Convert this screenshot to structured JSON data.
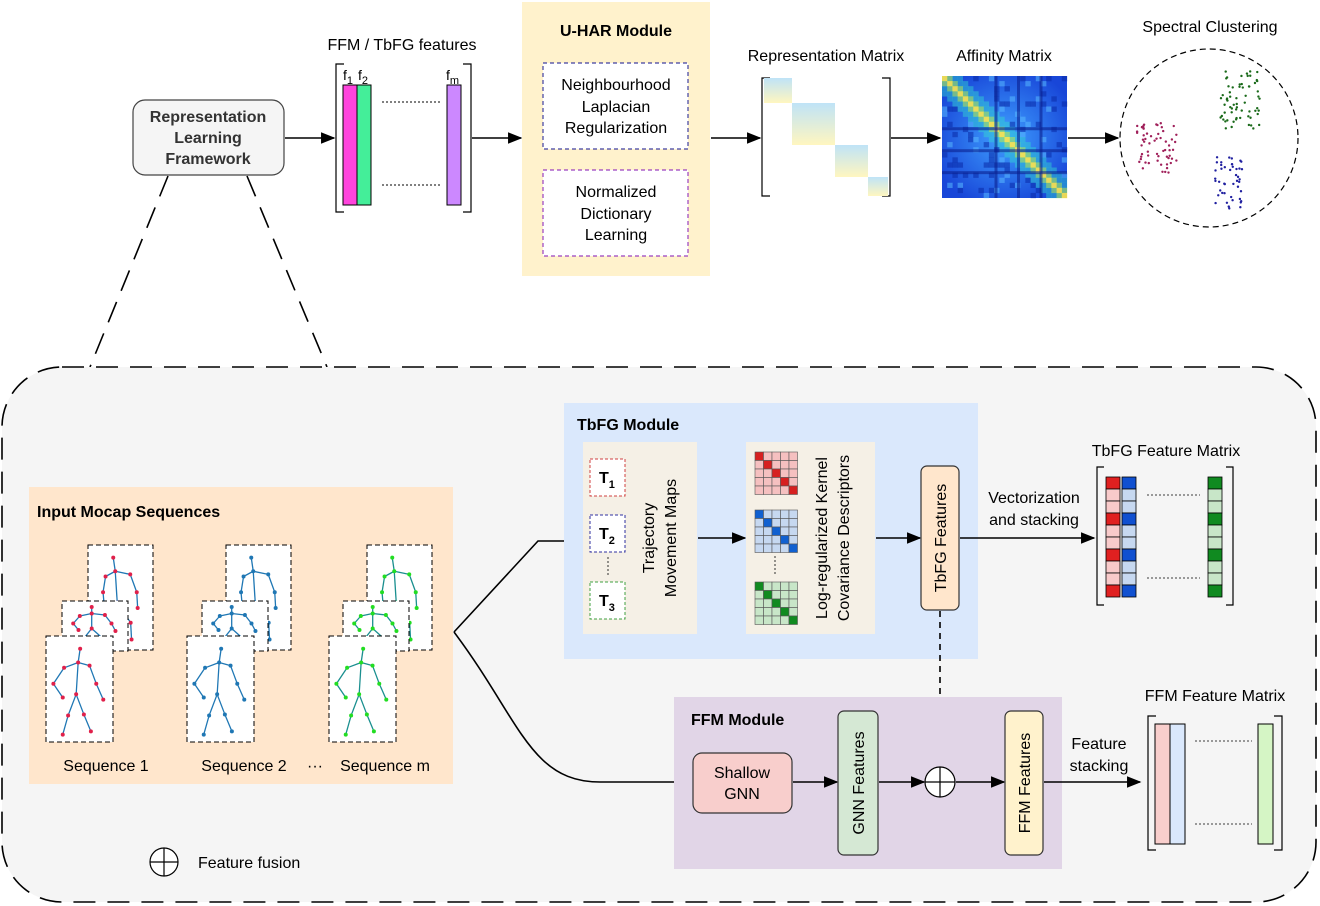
{
  "top": {
    "rlf_label": [
      "Representation",
      "Learning",
      "Framework"
    ],
    "features_title": "FFM / TbFG features",
    "f1": "f",
    "f1_sub": "1",
    "f2": "f",
    "f2_sub": "2",
    "fm": "f",
    "fm_sub": "m",
    "uhar_title": "U-HAR Module",
    "nlr": [
      "Neighbourhood",
      "Laplacian",
      "Regularization"
    ],
    "ndl": [
      "Normalized",
      "Dictionary",
      "Learning"
    ],
    "rep_matrix_title": "Representation Matrix",
    "affinity_title": "Affinity Matrix",
    "spectral_title": "Spectral Clustering"
  },
  "bottom": {
    "input_title": "Input Mocap Sequences",
    "sequences": [
      "Sequence 1",
      "Sequence 2",
      "Sequence m"
    ],
    "ellipsis": "···",
    "tbfg_title": "TbFG Module",
    "t_labels": [
      "T",
      "T",
      "T"
    ],
    "t_subs": [
      "1",
      "2",
      "3"
    ],
    "tmm_label": [
      "Trajectory",
      "Movement Maps"
    ],
    "lkc_label": [
      "Log-regularized Kernel",
      "Covariance Descriptors"
    ],
    "tbfg_features": "TbFG Features",
    "vec_label": [
      "Vectorization",
      "and stacking"
    ],
    "tbfg_matrix_title": "TbFG Feature Matrix",
    "ffm_title": "FFM Module",
    "shallow_gnn": [
      "Shallow",
      "GNN"
    ],
    "gnn_features": "GNN Features",
    "ffm_features": "FFM Features",
    "stack_label": [
      "Feature",
      "stacking"
    ],
    "ffm_matrix_title": "FFM Feature Matrix",
    "legend_label": "Feature fusion"
  },
  "colors": {
    "uhar_bg": "#fff2cc",
    "tbfg_bg": "#dae8fc",
    "ffm_bg": "#e1d5e7",
    "input_bg": "#ffe6cc",
    "outer_bg": "#f5f5f5",
    "shallow_gnn": "#f8cecc",
    "gnn_features": "#d5e8d4",
    "ffm_features": "#fff2cc",
    "tbfg_features": "#ffe6cc",
    "f1": "#ff44dd",
    "f2": "#44ee99",
    "fm": "#cc88ff",
    "seq1": "#1f77b4",
    "seq1_joint": "#e0204a",
    "seq2": "#1f77b4",
    "seq3": "#1a8f8f",
    "seq3_joint": "#22dd22",
    "cluster_red": "#a0205a",
    "cluster_green": "#1a6a1a",
    "cluster_blue": "#2020a0"
  }
}
